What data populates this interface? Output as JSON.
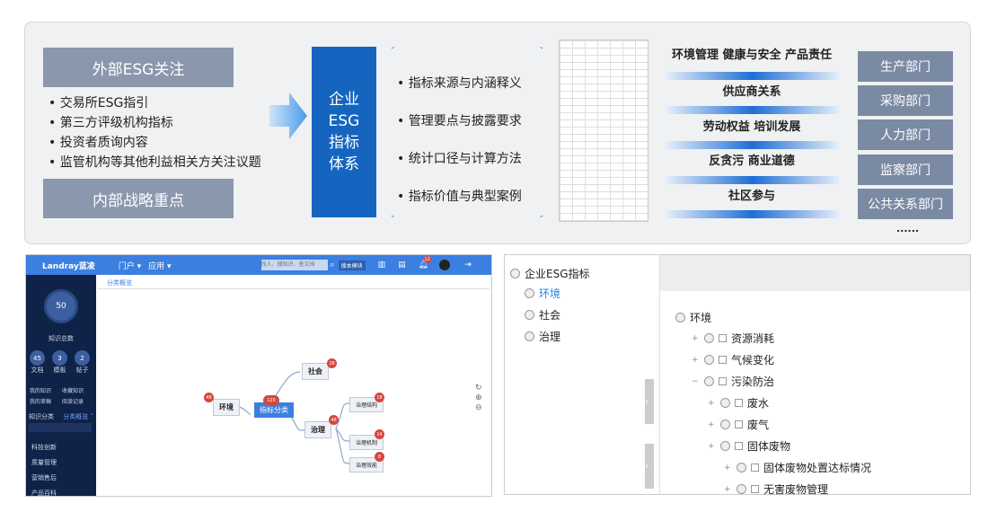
{
  "framework": {
    "external": "外部ESG关注",
    "external_items": [
      "交易所ESG指引",
      "第三方评级机构指标",
      "投资者质询内容",
      "监管机构等其他利益相关方关注议题"
    ],
    "internal": "内部战略重点",
    "core_lines": [
      "企业",
      "ESG",
      "指标",
      "体系"
    ],
    "points": [
      "指标来源与内涵释义",
      "管理要点与披露要求",
      "统计口径与计算方法",
      "指标价值与典型案例"
    ],
    "flows": [
      "环境管理 健康与安全 产品责任",
      "供应商关系",
      "劳动权益 培训发展",
      "反贪污 商业道德",
      "社区参与"
    ],
    "departments": [
      "生产部门",
      "采购部门",
      "人力部门",
      "监察部门",
      "公共关系部门"
    ],
    "more": "......"
  },
  "app": {
    "logo": "Landray蓝凌",
    "nav": [
      "门户 ▾",
      "应用 ▾"
    ],
    "search_placeholder": "找人、搜知识、查文档",
    "search_module": "搜本模块",
    "notif_count": "12",
    "breadcrumb": "分类概览",
    "total": "50",
    "total_label": "知识总数",
    "stats": [
      {
        "v": "45",
        "l": "文档"
      },
      {
        "v": "3",
        "l": "模板"
      },
      {
        "v": "2",
        "l": "帖子"
      }
    ],
    "links": [
      "我的知识",
      "收藏知识",
      "我的草稿",
      "阅读记录"
    ],
    "cat_title": "知识分类",
    "cat_link": "分类概览 ˄",
    "cats": [
      "科技创新",
      "质量管理",
      "营销售后",
      "产品百科"
    ],
    "mind": {
      "center": "指标分类",
      "center_count": "120",
      "nodes": [
        {
          "l": "社会",
          "c": "28"
        },
        {
          "l": "环境",
          "c": "48"
        },
        {
          "l": "治理",
          "c": "48"
        }
      ],
      "sub": [
        {
          "l": "治理结构",
          "c": "18"
        },
        {
          "l": "治理机制",
          "c": "14"
        },
        {
          "l": "治理效能",
          "c": "8"
        }
      ]
    }
  },
  "tree": {
    "root": "企业ESG指标",
    "left": [
      "环境",
      "社会",
      "治理"
    ],
    "right_root": "环境",
    "right": [
      {
        "l": "资源消耗",
        "lv": 1,
        "pm": "+"
      },
      {
        "l": "气候变化",
        "lv": 1,
        "pm": "+"
      },
      {
        "l": "污染防治",
        "lv": 1,
        "pm": "−"
      },
      {
        "l": "废水",
        "lv": 2,
        "pm": "+"
      },
      {
        "l": "废气",
        "lv": 2,
        "pm": "+"
      },
      {
        "l": "固体废物",
        "lv": 2,
        "pm": "+"
      },
      {
        "l": "固体废物处置达标情况",
        "lv": 3,
        "pm": "+"
      },
      {
        "l": "无害废物管理",
        "lv": 3,
        "pm": "+"
      }
    ]
  }
}
